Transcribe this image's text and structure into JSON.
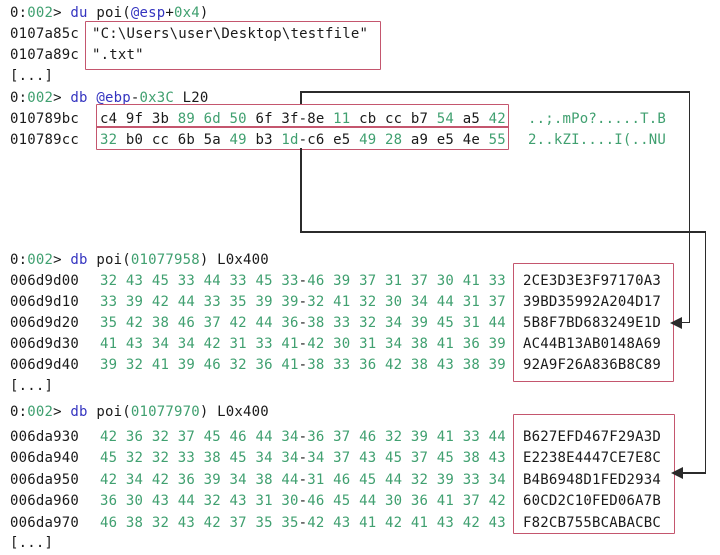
{
  "palette": {
    "background": "#ffffff",
    "text_black": "#1a1a1a",
    "number_teal": "#40a070",
    "keyword_blue": "#3434c0",
    "ascii_green": "#40a070",
    "highlight_box_pink": "#c4566e",
    "connector_black": "#2b2b2b"
  },
  "sections": [
    {
      "id": "s1",
      "lines": [
        {
          "kind": "cmd",
          "tokens": [
            [
              "0:",
              "k"
            ],
            [
              "002",
              "n"
            ],
            [
              "> ",
              "k"
            ],
            [
              "du",
              "b"
            ],
            [
              " poi(",
              "k"
            ],
            [
              "@esp",
              "b"
            ],
            [
              "+",
              "k"
            ],
            [
              "0x4",
              "n"
            ],
            [
              ")",
              "k"
            ]
          ]
        },
        {
          "kind": "plain",
          "addr": "0107a85c",
          "text": "\"C:\\Users\\user\\Desktop\\testfile\""
        },
        {
          "kind": "plain",
          "addr": "0107a89c",
          "text": "\".txt\""
        },
        {
          "kind": "ellipsis",
          "text": "[...]"
        }
      ]
    },
    {
      "id": "s2",
      "lines": [
        {
          "kind": "cmd",
          "tokens": [
            [
              "0:",
              "k"
            ],
            [
              "002",
              "n"
            ],
            [
              "> ",
              "k"
            ],
            [
              "db",
              "b"
            ],
            [
              " ",
              "k"
            ],
            [
              "@ebp",
              "b"
            ],
            [
              "-",
              "k"
            ],
            [
              "0x3C",
              "n"
            ],
            [
              " L20",
              "k"
            ]
          ]
        },
        {
          "kind": "hex",
          "addr": "010789bc",
          "bytes": [
            "c4",
            "9f",
            "3b",
            "89",
            "6d",
            "50",
            "6f",
            "3f",
            "8e",
            "11",
            "cb",
            "cc",
            "b7",
            "54",
            "a5",
            "42"
          ],
          "teal": [
            3,
            4,
            5,
            9,
            13,
            15
          ],
          "ascii": "..;.mPo?.....T.B",
          "boxed": false
        },
        {
          "kind": "hex",
          "addr": "010789cc",
          "bytes": [
            "32",
            "b0",
            "cc",
            "6b",
            "5a",
            "49",
            "b3",
            "1d",
            "c6",
            "e5",
            "49",
            "28",
            "a9",
            "e5",
            "4e",
            "55"
          ],
          "teal": [
            0,
            5,
            7,
            10,
            11,
            15
          ],
          "ascii": "2..kZI....I(..NU",
          "boxed": false
        }
      ]
    },
    {
      "id": "s3",
      "lines": [
        {
          "kind": "cmd",
          "tokens": [
            [
              "0:",
              "k"
            ],
            [
              "002",
              "n"
            ],
            [
              "> ",
              "k"
            ],
            [
              "db",
              "b"
            ],
            [
              " poi(",
              "k"
            ],
            [
              "01077958",
              "n"
            ],
            [
              ") L0x400",
              "k"
            ]
          ]
        },
        {
          "kind": "hex",
          "addr": "006d9d00",
          "bytes": [
            "32",
            "43",
            "45",
            "33",
            "44",
            "33",
            "45",
            "33",
            "46",
            "39",
            "37",
            "31",
            "37",
            "30",
            "41",
            "33"
          ],
          "teal": "all",
          "ascii": "2CE3D3E3F97170A3",
          "boxed": true
        },
        {
          "kind": "hex",
          "addr": "006d9d10",
          "bytes": [
            "33",
            "39",
            "42",
            "44",
            "33",
            "35",
            "39",
            "39",
            "32",
            "41",
            "32",
            "30",
            "34",
            "44",
            "31",
            "37"
          ],
          "teal": "all",
          "ascii": "39BD35992A204D17",
          "boxed": true
        },
        {
          "kind": "hex",
          "addr": "006d9d20",
          "bytes": [
            "35",
            "42",
            "38",
            "46",
            "37",
            "42",
            "44",
            "36",
            "38",
            "33",
            "32",
            "34",
            "39",
            "45",
            "31",
            "44"
          ],
          "teal": "all",
          "ascii": "5B8F7BD683249E1D",
          "boxed": true
        },
        {
          "kind": "hex",
          "addr": "006d9d30",
          "bytes": [
            "41",
            "43",
            "34",
            "34",
            "42",
            "31",
            "33",
            "41",
            "42",
            "30",
            "31",
            "34",
            "38",
            "41",
            "36",
            "39"
          ],
          "teal": "all",
          "ascii": "AC44B13AB0148A69",
          "boxed": true
        },
        {
          "kind": "hex",
          "addr": "006d9d40",
          "bytes": [
            "39",
            "32",
            "41",
            "39",
            "46",
            "32",
            "36",
            "41",
            "38",
            "33",
            "36",
            "42",
            "38",
            "43",
            "38",
            "39"
          ],
          "teal": "all",
          "ascii": "92A9F26A836B8C89",
          "boxed": true
        },
        {
          "kind": "ellipsis",
          "text": "[...]"
        }
      ]
    },
    {
      "id": "s4",
      "lines": [
        {
          "kind": "cmd",
          "tokens": [
            [
              "0:",
              "k"
            ],
            [
              "002",
              "n"
            ],
            [
              "> ",
              "k"
            ],
            [
              "db",
              "b"
            ],
            [
              " poi(",
              "k"
            ],
            [
              "01077970",
              "n"
            ],
            [
              ") L0x400",
              "k"
            ]
          ]
        },
        {
          "kind": "hex",
          "addr": "006da930",
          "bytes": [
            "42",
            "36",
            "32",
            "37",
            "45",
            "46",
            "44",
            "34",
            "36",
            "37",
            "46",
            "32",
            "39",
            "41",
            "33",
            "44"
          ],
          "teal": "all",
          "ascii": "B627EFD467F29A3D",
          "boxed": true
        },
        {
          "kind": "hex",
          "addr": "006da940",
          "bytes": [
            "45",
            "32",
            "32",
            "33",
            "38",
            "45",
            "34",
            "34",
            "34",
            "37",
            "43",
            "45",
            "37",
            "45",
            "38",
            "43"
          ],
          "teal": "all",
          "ascii": "E2238E4447CE7E8C",
          "boxed": true
        },
        {
          "kind": "hex",
          "addr": "006da950",
          "bytes": [
            "42",
            "34",
            "42",
            "36",
            "39",
            "34",
            "38",
            "44",
            "31",
            "46",
            "45",
            "44",
            "32",
            "39",
            "33",
            "34"
          ],
          "teal": "all",
          "ascii": "B4B6948D1FED2934",
          "boxed": true
        },
        {
          "kind": "hex",
          "addr": "006da960",
          "bytes": [
            "36",
            "30",
            "43",
            "44",
            "32",
            "43",
            "31",
            "30",
            "46",
            "45",
            "44",
            "30",
            "36",
            "41",
            "37",
            "42"
          ],
          "teal": "all",
          "ascii": "60CD2C10FED06A7B",
          "boxed": true
        },
        {
          "kind": "hex",
          "addr": "006da970",
          "bytes": [
            "46",
            "38",
            "32",
            "43",
            "42",
            "37",
            "35",
            "35",
            "42",
            "43",
            "41",
            "42",
            "41",
            "43",
            "42",
            "43"
          ],
          "teal": "all",
          "ascii": "F82CB755BCABACBC",
          "boxed": true
        },
        {
          "kind": "ellipsis",
          "text": "[...]"
        }
      ]
    }
  ]
}
